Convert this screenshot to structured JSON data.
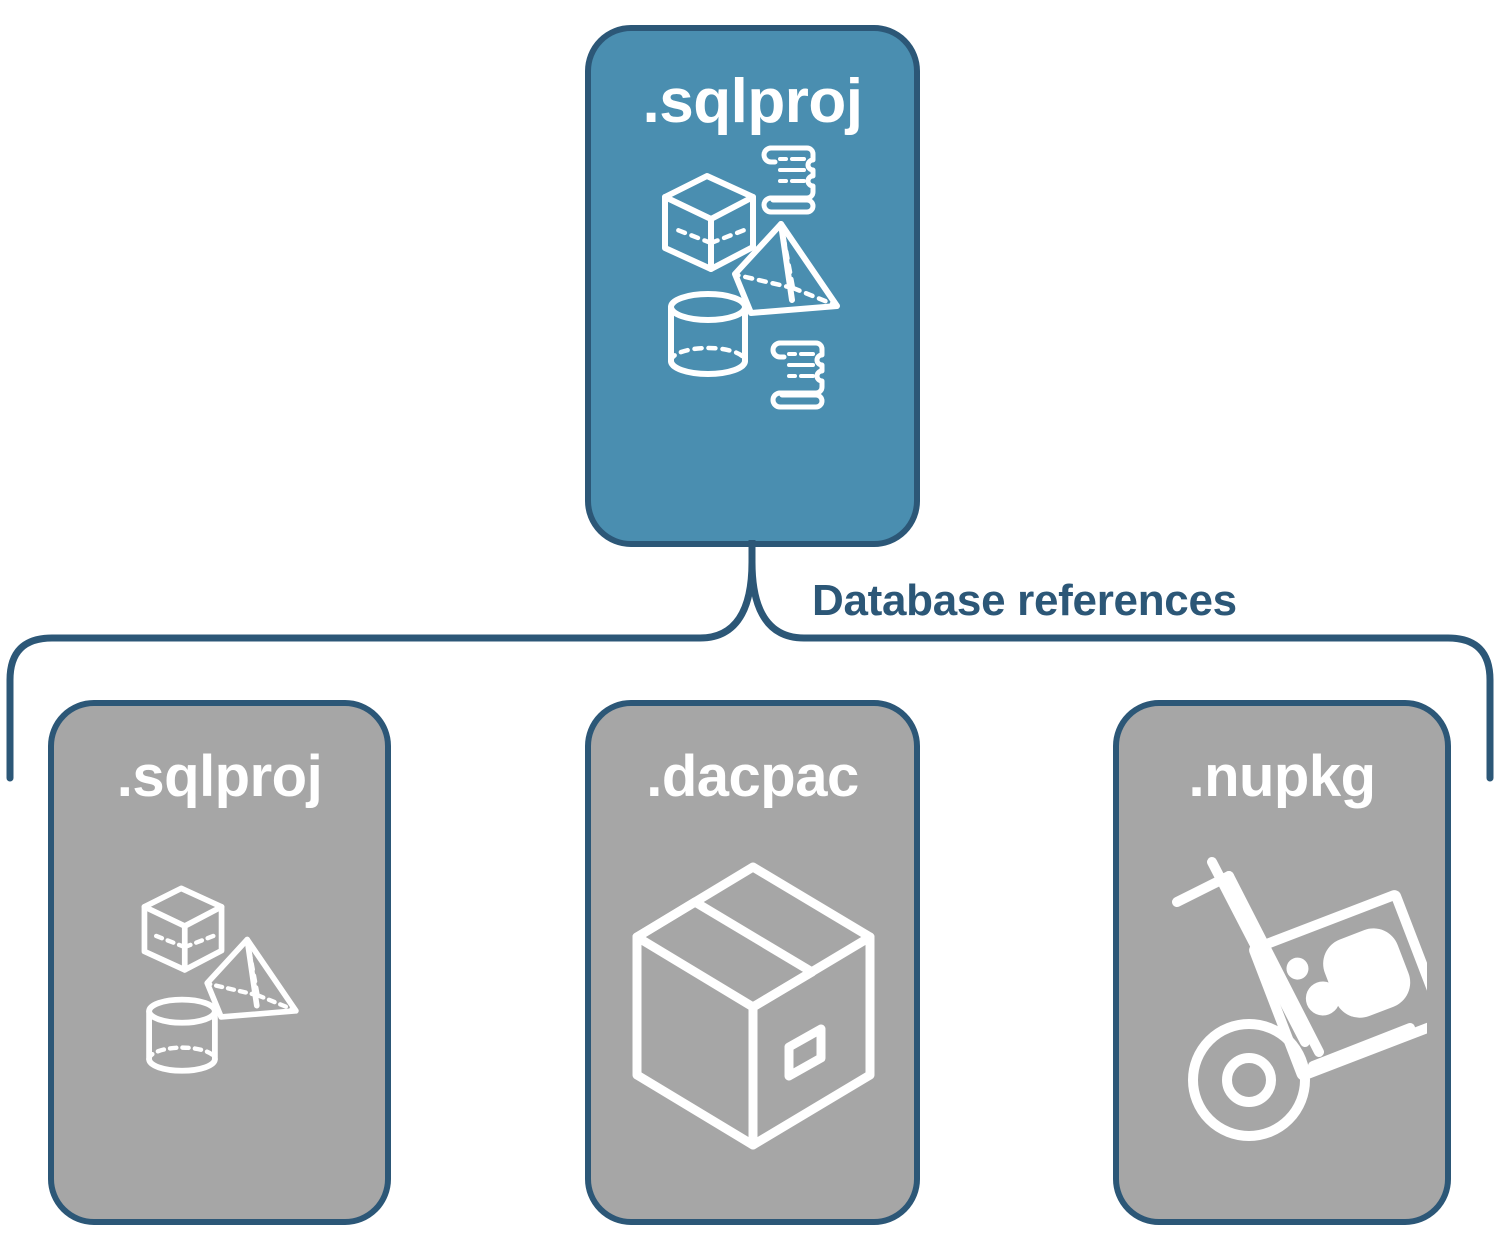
{
  "diagram": {
    "title_semantic": "sql-project-database-references",
    "colors": {
      "primary_fill": "#4A8EB0",
      "secondary_fill": "#A6A6A6",
      "border": "#2C5777",
      "label_text": "#2C5777",
      "card_text": "#FFFFFF",
      "background": "#FFFFFF"
    },
    "connector": {
      "type": "curly-brace",
      "label": "Database references",
      "orientation": "top-center-to-three-children"
    },
    "root": {
      "label": ".sqlproj",
      "style": "primary",
      "icons": [
        "cube-wireframe-icon",
        "scroll-script-icon",
        "pyramid-wireframe-icon",
        "cylinder-wireframe-icon",
        "scroll-script-icon"
      ]
    },
    "children": [
      {
        "label": ".sqlproj",
        "style": "secondary",
        "icons": [
          "cube-wireframe-icon",
          "pyramid-wireframe-icon",
          "cylinder-wireframe-icon"
        ]
      },
      {
        "label": ".dacpac",
        "style": "secondary",
        "icons": [
          "shipping-box-icon"
        ]
      },
      {
        "label": ".nupkg",
        "style": "secondary",
        "icons": [
          "hand-truck-package-icon"
        ]
      }
    ]
  }
}
